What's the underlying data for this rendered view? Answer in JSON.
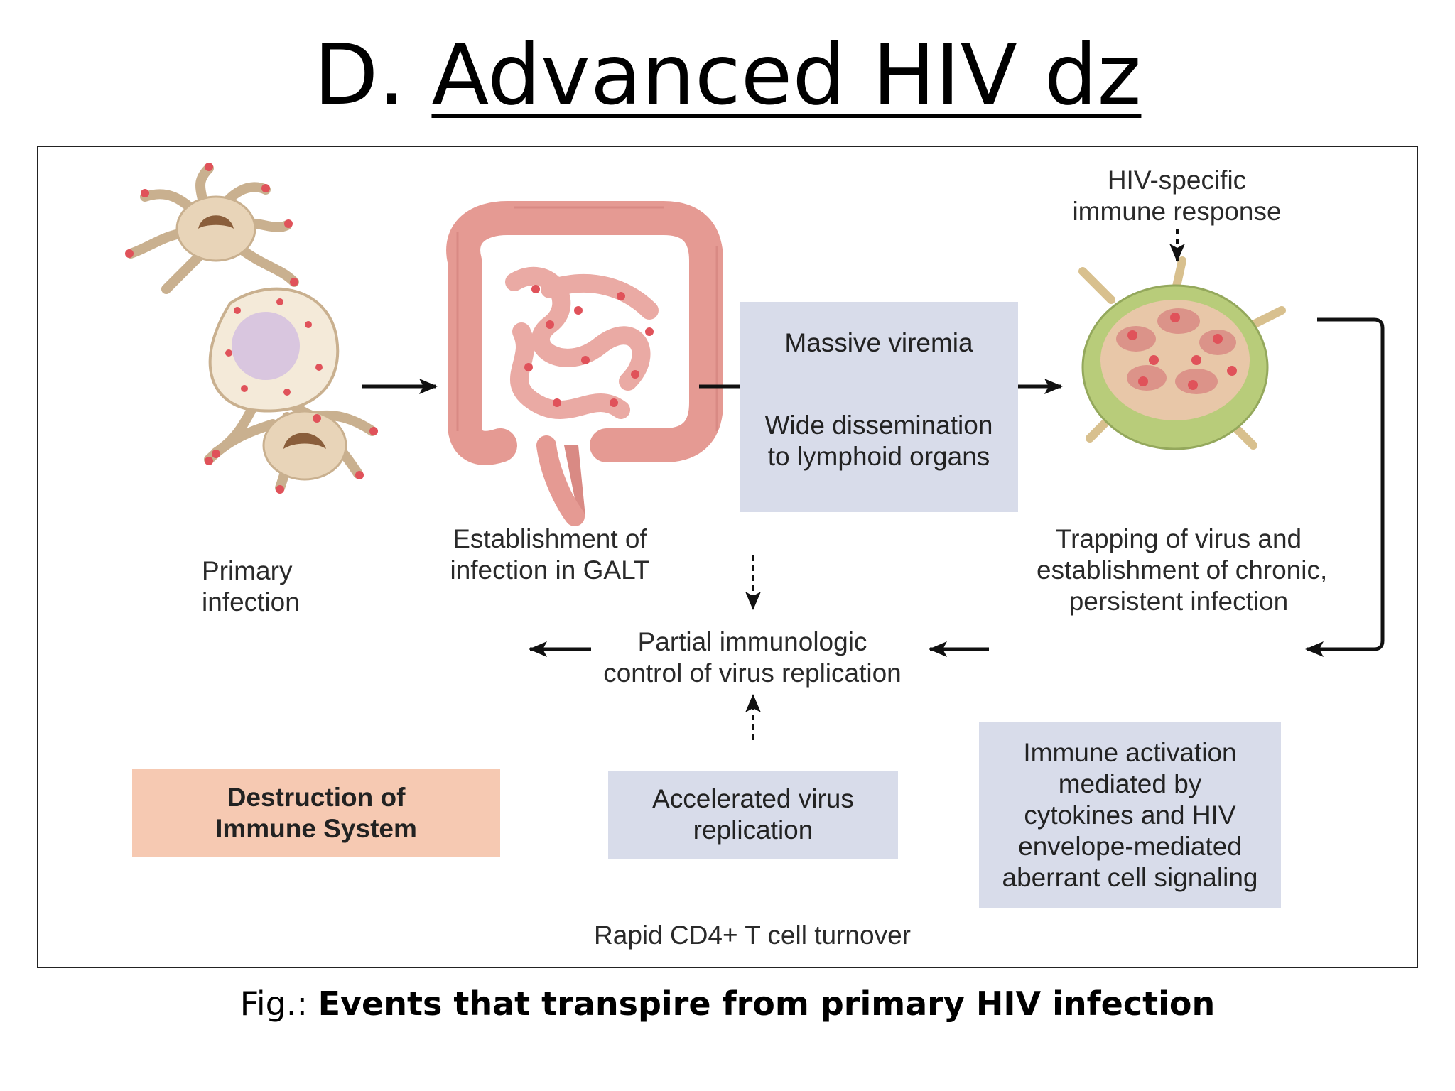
{
  "title": {
    "prefix": "D. ",
    "main": "Advanced HIV dz"
  },
  "labels": {
    "primary_infection": [
      "Primary",
      "infection"
    ],
    "galt": [
      "Establishment of",
      "infection in GALT"
    ],
    "hiv_specific": [
      "HIV-specific",
      "immune response"
    ],
    "trapping": [
      "Trapping of virus and",
      "establishment of chronic,",
      "persistent infection"
    ],
    "partial_control": [
      "Partial immunologic",
      "control of virus replication"
    ],
    "cd4_turnover": "Rapid CD4+ T cell turnover"
  },
  "boxes": {
    "viremia_top": "Massive viremia",
    "viremia_bottom": [
      "Wide dissemination",
      "to lymphoid organs"
    ],
    "immune_activation": [
      "Immune activation",
      "mediated by",
      "cytokines and HIV",
      "envelope-mediated",
      "aberrant cell signaling"
    ],
    "accelerated": [
      "Accelerated virus",
      "replication"
    ],
    "destruction": [
      "Destruction of",
      "Immune System"
    ]
  },
  "caption": {
    "prefix": "Fig.: ",
    "bold": "Events that transpire from primary HIV infection"
  },
  "colors": {
    "box_blue": "#d8dcea",
    "box_salmon": "#f6c9b2",
    "cell_beige": "#e8d4b8",
    "nucleus_purple": "#d9c6df",
    "intestine_pink": "#e59a93",
    "lymph_node_green": "#b8cc7a",
    "virus_red": "#e0525a"
  },
  "illustrations": [
    "dendritic-cells-icon",
    "intestine-icon",
    "lymph-node-icon"
  ]
}
